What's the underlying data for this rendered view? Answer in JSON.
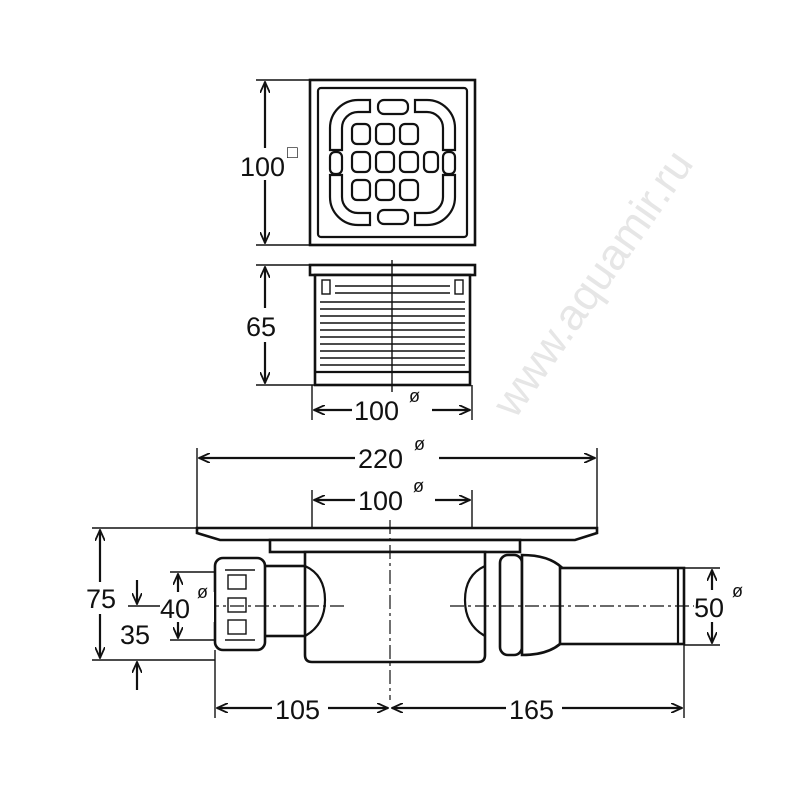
{
  "title": "Floor drain dimensional drawing",
  "watermark": "www.aquamir.ru",
  "dimensions": {
    "grate_size": "100",
    "grate_size_symbol": "□",
    "body_height": "65",
    "body_diameter": "100",
    "flange_diameter": "220",
    "inlet_diameter": "100",
    "total_height": "75",
    "outlet_height": "35",
    "outlet_left_diameter": "40",
    "outlet_right_diameter": "50",
    "left_length": "105",
    "right_length": "165",
    "diameter_symbol": "ø"
  },
  "colors": {
    "line": "#111111",
    "background": "#ffffff"
  }
}
